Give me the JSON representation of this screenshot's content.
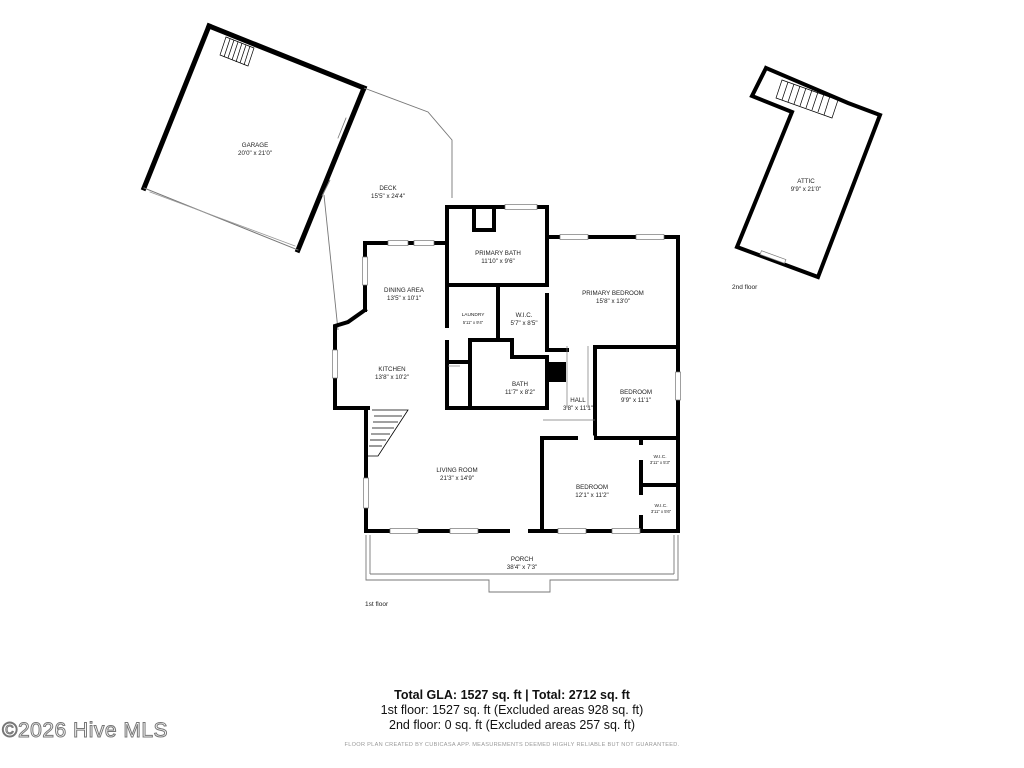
{
  "rooms": {
    "garage": {
      "name": "GARAGE",
      "dim": "20'0\" x 21'0\""
    },
    "deck": {
      "name": "DECK",
      "dim": "15'5\" x 24'4\""
    },
    "primary_bath": {
      "name": "PRIMARY BATH",
      "dim": "11'10\" x 9'6\""
    },
    "primary_bedroom": {
      "name": "PRIMARY BEDROOM",
      "dim": "15'8\" x 13'0\""
    },
    "dining_area": {
      "name": "DINING AREA",
      "dim": "13'5\" x 10'1\""
    },
    "laundry": {
      "name": "LAUNDRY",
      "dim": "5'11\" x 9'4\""
    },
    "wic_primary": {
      "name": "W.I.C.",
      "dim": "5'7\" x 8'5\""
    },
    "kitchen": {
      "name": "KITCHEN",
      "dim": "13'8\" x 10'2\""
    },
    "bath": {
      "name": "BATH",
      "dim": "11'7\" x 8'2\""
    },
    "hall": {
      "name": "HALL",
      "dim": "3'8\" x 11'1\""
    },
    "bedroom_1": {
      "name": "BEDROOM",
      "dim": "9'9\" x 11'1\""
    },
    "wic_1": {
      "name": "W.I.C.",
      "dim": "3'11\" x 5'3\""
    },
    "living_room": {
      "name": "LIVING ROOM",
      "dim": "21'3\" x 14'9\""
    },
    "bedroom_2": {
      "name": "BEDROOM",
      "dim": "12'1\" x 11'2\""
    },
    "wic_2": {
      "name": "W.I.C.",
      "dim": "3'11\" x 5'6\""
    },
    "porch": {
      "name": "PORCH",
      "dim": "38'4\" x 7'3\""
    },
    "attic": {
      "name": "ATTIC",
      "dim": "9'9\" x 21'0\""
    }
  },
  "floor_labels": {
    "first": "1st floor",
    "second": "2nd floor"
  },
  "summary": {
    "total": "Total GLA: 1527 sq. ft | Total: 2712 sq. ft",
    "first_floor": "1st floor: 1527 sq. ft (Excluded areas 928 sq. ft)",
    "second_floor": "2nd floor: 0 sq. ft (Excluded areas 257 sq. ft)"
  },
  "disclaimer": "FLOOR PLAN CREATED BY CUBICASA APP. MEASUREMENTS DEEMED HIGHLY RELIABLE BUT NOT GUARANTEED.",
  "watermark": "©2026 Hive MLS",
  "colors": {
    "wall": "#000000",
    "thin_line": "#888888",
    "background": "#ffffff"
  }
}
